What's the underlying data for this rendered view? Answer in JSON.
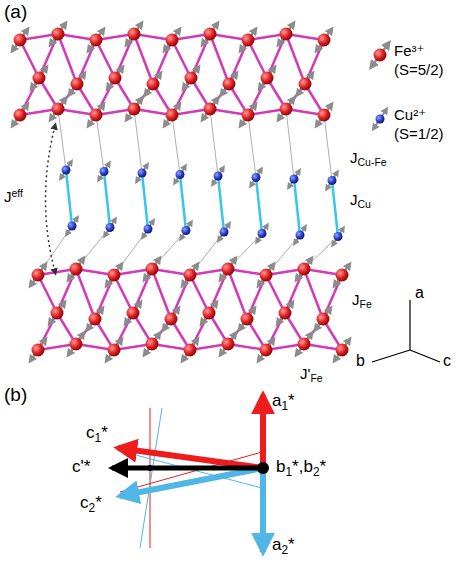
{
  "diagram": {
    "labels": [
      "(a)",
      "Jeff",
      "JCu-Fe",
      "JCu",
      "JFe",
      "J'Fe",
      "b",
      "a",
      "c",
      "(b)",
      "a1*",
      "c1*",
      "c'*",
      "b1*,b2*",
      "c2*",
      "a2*"
    ],
    "legend": [
      {
        "text": "Fe³⁺ (S=5/2)"
      },
      {
        "text": "Cu²⁺ (S=1/2)"
      }
    ]
  }
}
